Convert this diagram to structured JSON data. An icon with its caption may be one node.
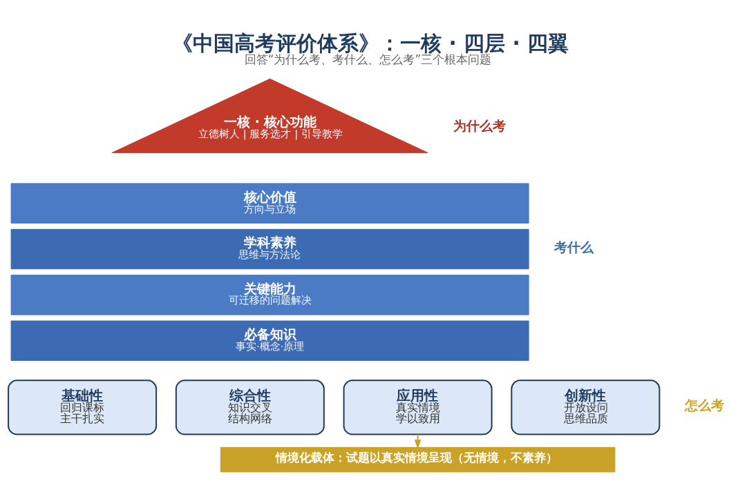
{
  "diagram": {
    "title": "《中国高考评价体系》：一核 · 四层 · 四翼",
    "caption": "回答“为什么考、考什么、怎么考”三个根本问题",
    "nodes": [
      {
        "text": [
          "一核 · 核心功能",
          "立德树人 | 服务选才 | 引导教学"
        ]
      },
      {
        "text": [
          "核心价值",
          "方向与立场"
        ]
      },
      {
        "text": [
          "学科素养",
          "思维与方法论"
        ]
      },
      {
        "text": [
          "关键能力",
          "可迁移的问题解决"
        ]
      },
      {
        "text": [
          "必备知识",
          "事实·概念·原理"
        ]
      },
      {
        "text": [
          "基础性",
          "回归课标",
          "主干扎实"
        ]
      },
      {
        "text": [
          "综合性",
          "知识交叉",
          "结构网络"
        ]
      },
      {
        "text": [
          "应用性",
          "真实情境",
          "学以致用"
        ]
      },
      {
        "text": [
          "创新性",
          "开放设问",
          "思维品质"
        ]
      },
      {
        "text": [
          "情境化载体：试题以真实情境呈现（无情境，不素养）"
        ]
      }
    ],
    "edges": [
      {
        "from": 7,
        "to": 9,
        "arrow": "to",
        "color": "#c9a227"
      }
    ],
    "labels": [
      "为什么考",
      "考什么",
      "怎么考"
    ]
  }
}
